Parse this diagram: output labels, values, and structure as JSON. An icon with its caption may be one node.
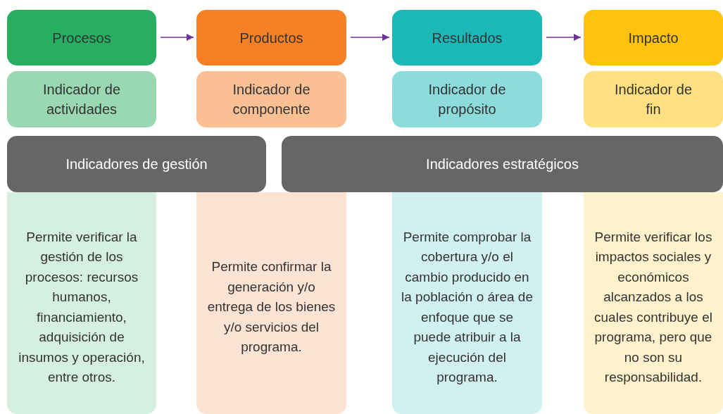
{
  "diagram": {
    "nodes": [
      {
        "text": [
          "Procesos"
        ]
      },
      {
        "text": [
          "Productos"
        ]
      },
      {
        "text": [
          "Resultados"
        ]
      },
      {
        "text": [
          "Impacto"
        ]
      },
      {
        "text": [
          "Indicador de actividades"
        ]
      },
      {
        "text": [
          "Indicador de componente"
        ]
      },
      {
        "text": [
          "Indicador de propósito"
        ]
      },
      {
        "text": [
          "Indicador de fin"
        ]
      },
      {
        "text": [
          "Indicadores de gestión"
        ]
      },
      {
        "text": [
          "Indicadores estratégicos"
        ]
      },
      {
        "text": [
          "Permite verificar la gestión de los procesos: recursos humanos, financiamiento, adquisición de insumos y operación, entre otros."
        ]
      },
      {
        "text": [
          "Permite confirmar la generación y/o entrega de los bienes y/o servicios del programa."
        ]
      },
      {
        "text": [
          "Permite comprobar la cobertura y/o el cambio producido en la población o área de enfoque que se puede atribuir a la ejecución del programa."
        ]
      },
      {
        "text": [
          "Permite verificar los impactos sociales y económicos alcanzados a los cuales contribuye el programa, pero que no son su responsabilidad."
        ]
      }
    ],
    "edges": [
      {
        "from": 0,
        "to": 1,
        "arrow": "to"
      },
      {
        "from": 1,
        "to": 2,
        "arrow": "to"
      },
      {
        "from": 2,
        "to": 3,
        "arrow": "to"
      }
    ]
  }
}
